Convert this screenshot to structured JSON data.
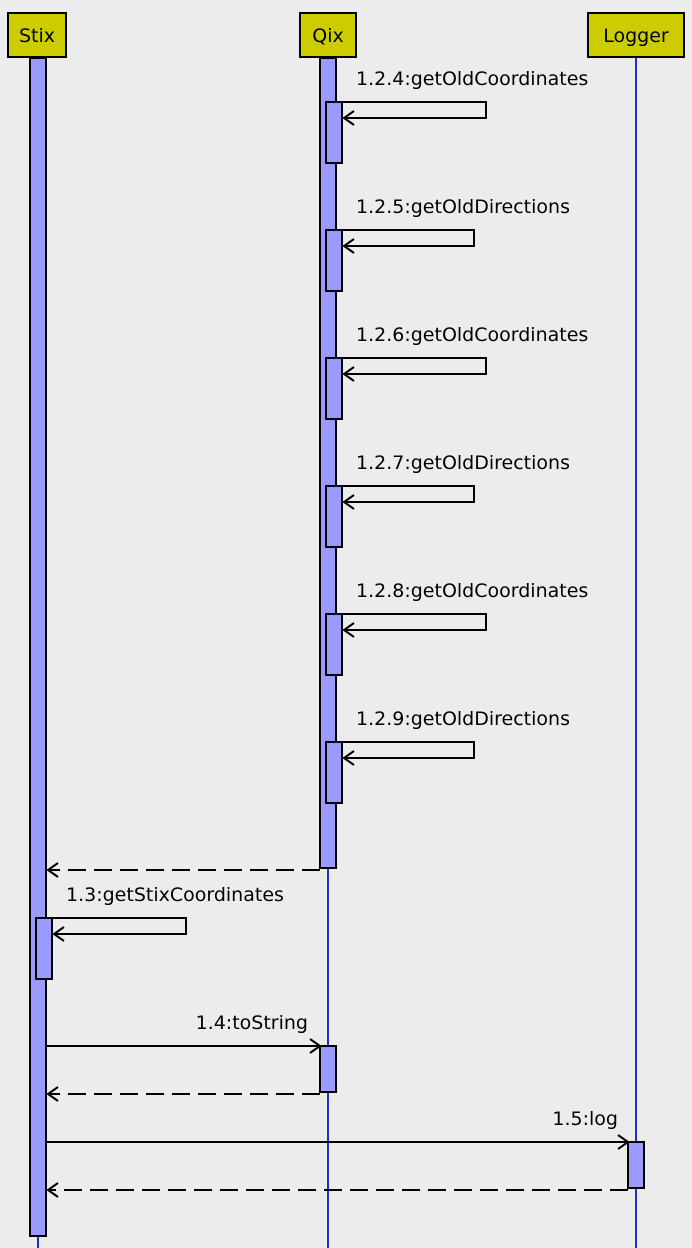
{
  "colors": {
    "background": "#ececec",
    "lifeline_head": "#cccc00",
    "activation": "#9b9bff",
    "lifeline": "#2a2acc"
  },
  "lifelines": [
    {
      "id": "stix",
      "name": "Stix"
    },
    {
      "id": "qix",
      "name": "Qix"
    },
    {
      "id": "logger",
      "name": "Logger"
    }
  ],
  "messages": [
    {
      "id": "m124",
      "label": "1.2.4:getOldCoordinates",
      "from": "qix",
      "to": "qix",
      "kind": "self-call"
    },
    {
      "id": "m125",
      "label": "1.2.5:getOldDirections",
      "from": "qix",
      "to": "qix",
      "kind": "self-call"
    },
    {
      "id": "m126",
      "label": "1.2.6:getOldCoordinates",
      "from": "qix",
      "to": "qix",
      "kind": "self-call"
    },
    {
      "id": "m127",
      "label": "1.2.7:getOldDirections",
      "from": "qix",
      "to": "qix",
      "kind": "self-call"
    },
    {
      "id": "m128",
      "label": "1.2.8:getOldCoordinates",
      "from": "qix",
      "to": "qix",
      "kind": "self-call"
    },
    {
      "id": "m129",
      "label": "1.2.9:getOldDirections",
      "from": "qix",
      "to": "qix",
      "kind": "self-call"
    },
    {
      "id": "r12",
      "label": "",
      "from": "qix",
      "to": "stix",
      "kind": "return"
    },
    {
      "id": "m13",
      "label": "1.3:getStixCoordinates",
      "from": "stix",
      "to": "stix",
      "kind": "self-call"
    },
    {
      "id": "m14",
      "label": "1.4:toString",
      "from": "stix",
      "to": "qix",
      "kind": "call"
    },
    {
      "id": "r14",
      "label": "",
      "from": "qix",
      "to": "stix",
      "kind": "return"
    },
    {
      "id": "m15",
      "label": "1.5:log",
      "from": "stix",
      "to": "logger",
      "kind": "call"
    },
    {
      "id": "r15",
      "label": "",
      "from": "logger",
      "to": "stix",
      "kind": "return"
    }
  ]
}
